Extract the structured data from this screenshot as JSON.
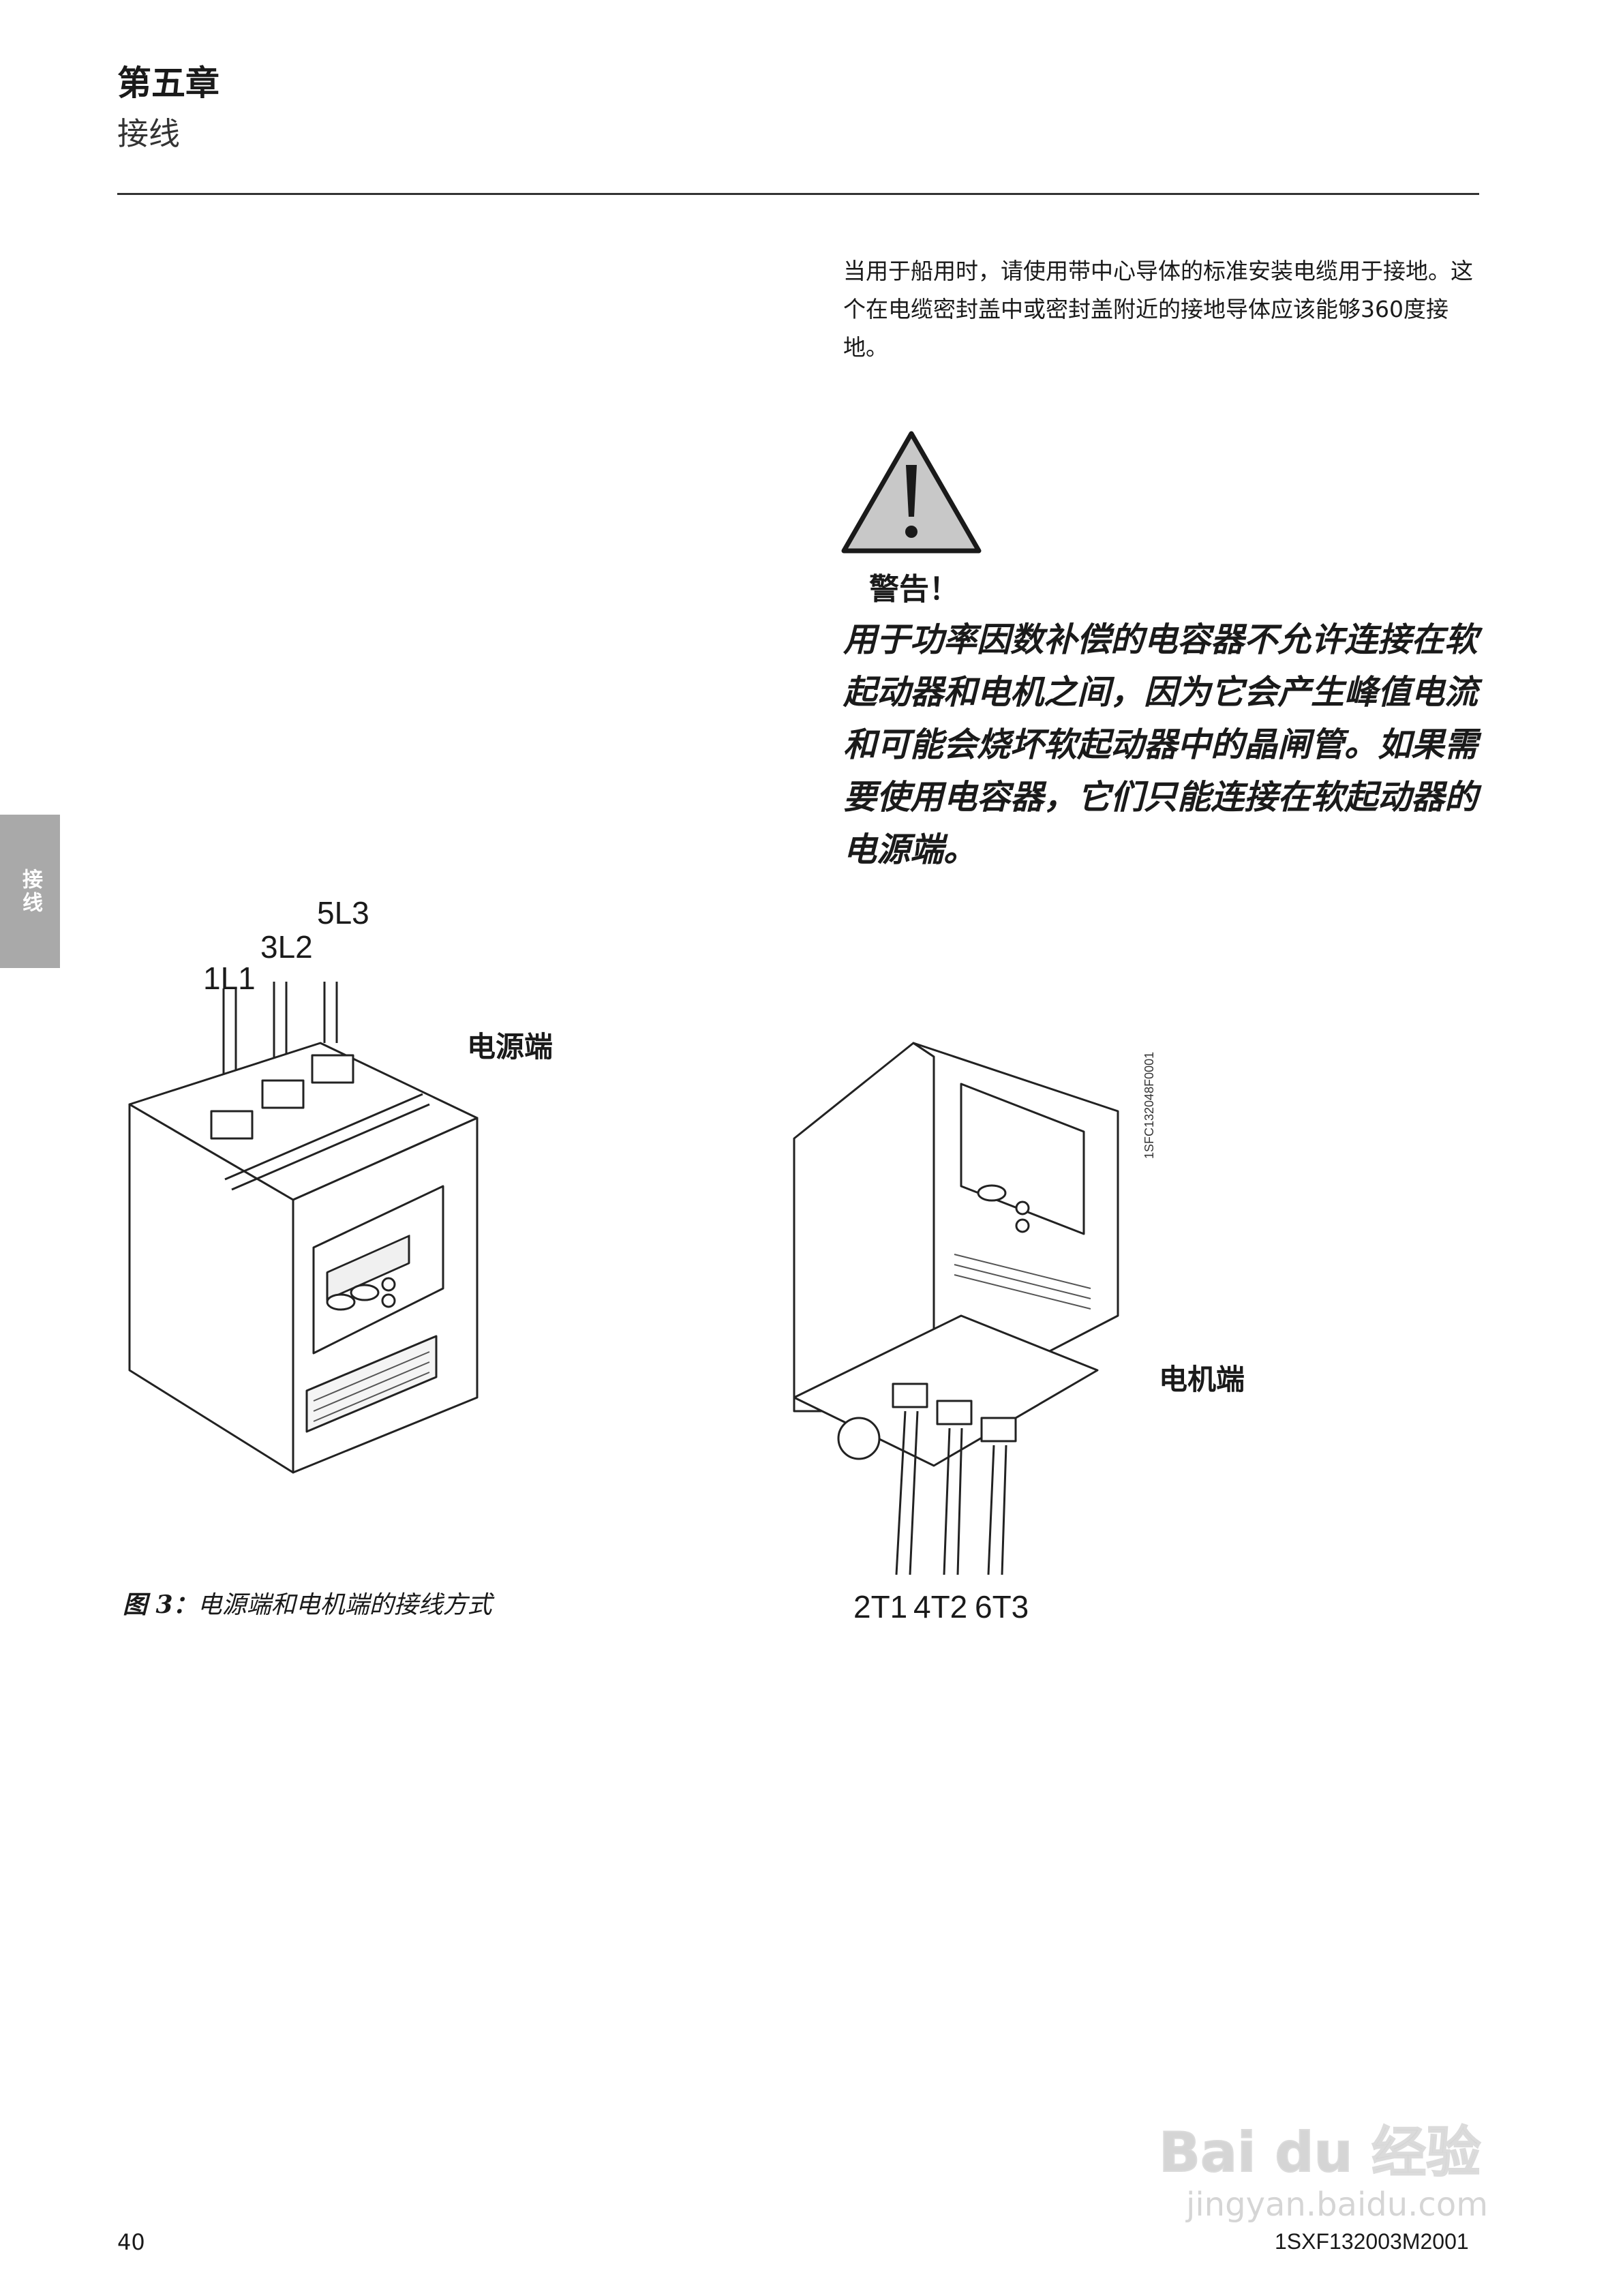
{
  "header": {
    "chapter": "第五章",
    "section": "接线"
  },
  "intro": {
    "text": "当用于船用时，请使用带中心导体的标准安装电缆用于接地。这个在电缆密封盖中或密封盖附近的接地导体应该能够360度接地。"
  },
  "warning": {
    "label": "警告！",
    "body": "用于功率因数补偿的电容器不允许连接在软起动器和电机之间，因为它会产生峰值电流和可能会烧坏软起动器中的晶闸管。如果需要使用电容器，它们只能连接在软起动器的电源端。",
    "icon": "warning-triangle-icon",
    "icon_fill": "#c8c8c8"
  },
  "side_tab": {
    "label": "接线",
    "color": "#a9a9a9"
  },
  "figure": {
    "supply_terminals": [
      "1L1",
      "3L2",
      "5L3"
    ],
    "supply_label": "电源端",
    "motor_terminals": [
      "2T1",
      "4T2",
      "6T3"
    ],
    "motor_label": "电机端",
    "drawing_code": "1SFC132048F0001",
    "caption_number": "图 3：",
    "caption_text": "电源端和电机端的接线方式"
  },
  "footer": {
    "page_number": "40",
    "doc_id": "1SXF132003M2001"
  },
  "watermark": {
    "brand": "Bai du 经验",
    "url": "jingyan.baidu.com"
  }
}
